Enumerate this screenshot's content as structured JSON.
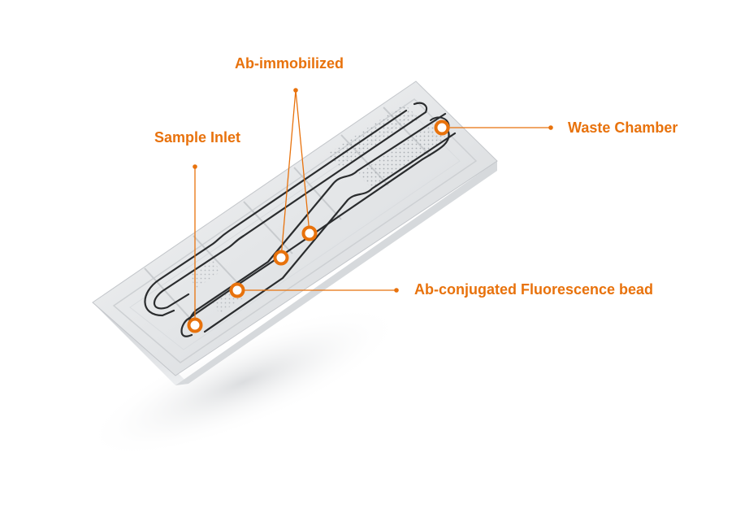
{
  "accent_color": "#e8720c",
  "labels": {
    "ab_immobilized": "Ab-immobilized",
    "sample_inlet": "Sample Inlet",
    "waste_chamber": "Waste Chamber",
    "ab_conjugated_bead": "Ab-conjugated Fluorescence bead"
  },
  "icons": {
    "marker": "circle-marker-icon",
    "leader": "leader-dot-icon"
  }
}
